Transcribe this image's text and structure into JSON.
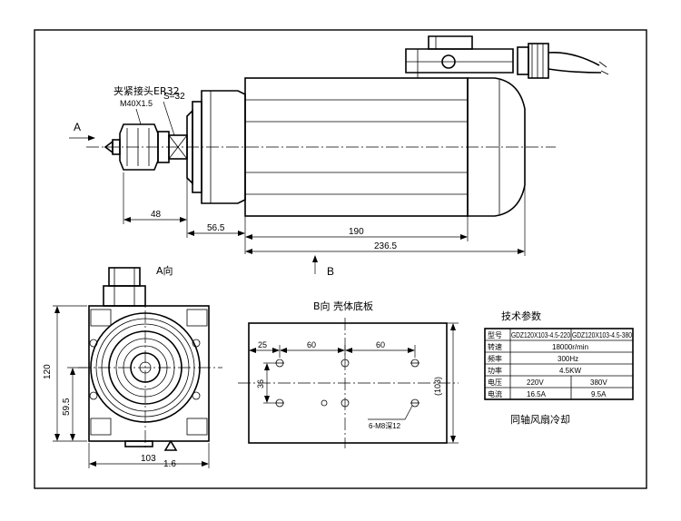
{
  "labels": {
    "collet": "夹紧接头ER32",
    "thread": "M40X1.5",
    "wrench": "S=32",
    "view_a_arrow": "A",
    "view_b_arrow": "B",
    "view_a_title": "A向",
    "view_b_title": "B向 壳体底板",
    "tech_title": "技术参数",
    "cooling": "同轴风扇冷却",
    "holes": "6-M8深12"
  },
  "dims": {
    "d48": "48",
    "d565": "56.5",
    "d190": "190",
    "d2365": "236.5",
    "d120": "120",
    "d595": "59.5",
    "d103": "103",
    "d16": "1.6",
    "d25": "25",
    "d60a": "60",
    "d60b": "60",
    "d36": "36",
    "d103p": "(103)"
  },
  "spec_table": {
    "rows": [
      {
        "k": "型号",
        "v1": "GDZ120X103-4.5-220",
        "v2": "GDZ120X103-4.5-380"
      },
      {
        "k": "转速",
        "v": "18000r/min"
      },
      {
        "k": "频率",
        "v": "300Hz"
      },
      {
        "k": "功率",
        "v": "4.5KW"
      },
      {
        "k": "电压",
        "v1": "220V",
        "v2": "380V"
      },
      {
        "k": "电流",
        "v1": "16.5A",
        "v2": "9.5A"
      }
    ]
  }
}
